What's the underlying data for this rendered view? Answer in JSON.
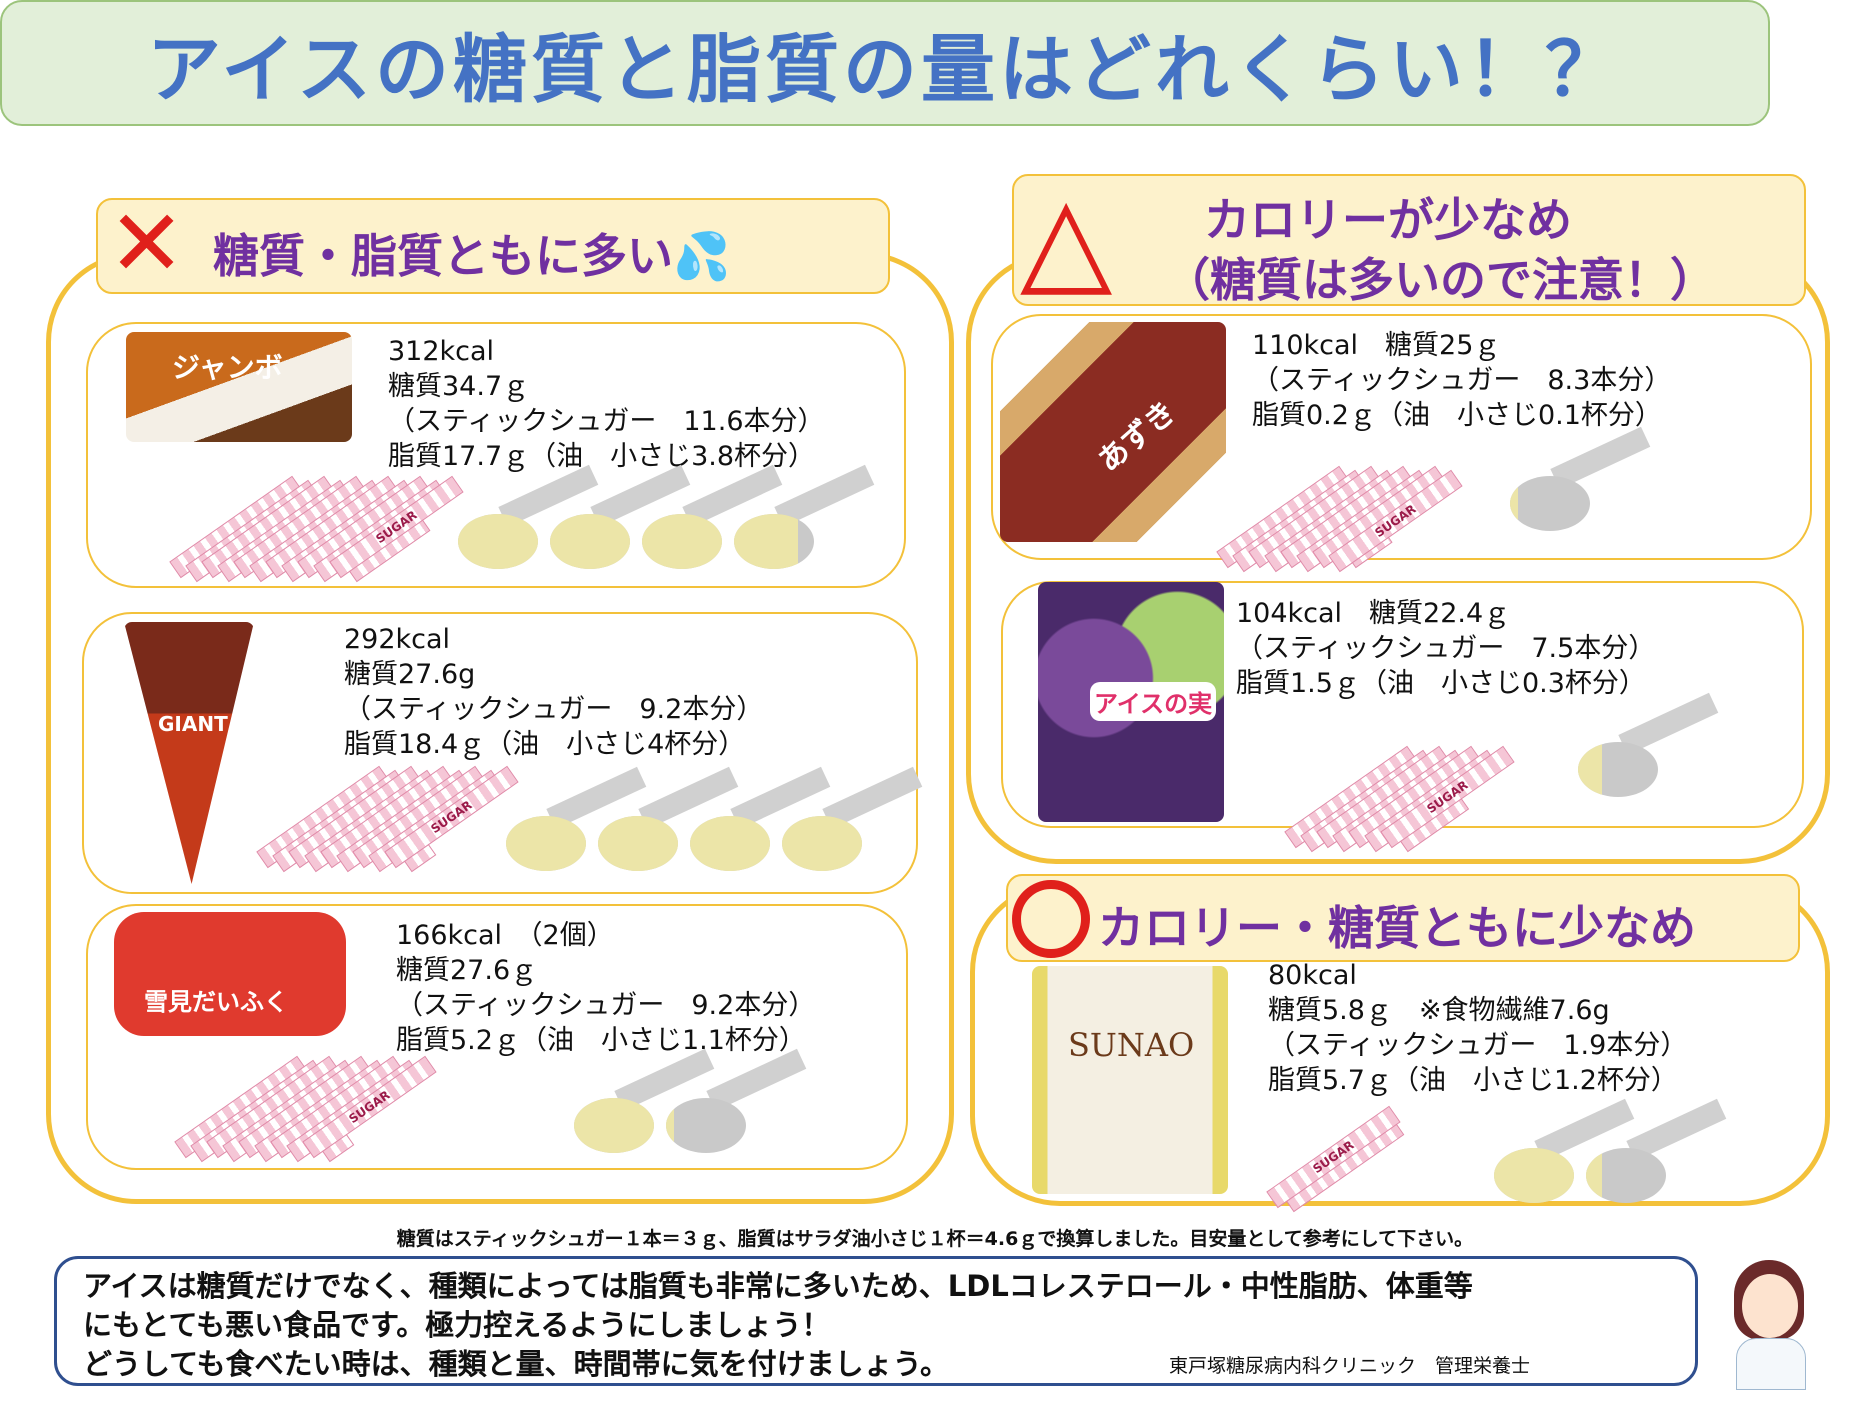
{
  "title": "アイスの糖質と脂質の量はどれくらい！？",
  "colors": {
    "title": "#4472c4",
    "header_text": "#7030a0",
    "panel_border": "#f3c13a",
    "header_bg": "#fdf2cc"
  },
  "sections": {
    "bad": {
      "mark": "✕",
      "heading": "糖質・脂質ともに多い💦"
    },
    "caution": {
      "mark": "△",
      "heading_line1": "カロリーが少なめ",
      "heading_line2": "（糖質は多いので注意！）"
    },
    "good": {
      "mark": "〇",
      "heading": "カロリー・糖質ともに少なめ"
    }
  },
  "products": [
    {
      "name": "ジャンボ",
      "lines": [
        "312kcal",
        "糖質34.7ｇ",
        "（スティックシュガー　11.6本分）",
        "脂質17.7ｇ（油　小さじ3.8杯分）"
      ],
      "sugar_sticks": 11.6,
      "oil_spoons": 3.8
    },
    {
      "name": "GIANT",
      "lines": [
        "292kcal",
        "糖質27.6g",
        "（スティックシュガー　9.2本分）",
        "脂質18.4ｇ（油　小さじ4杯分）"
      ],
      "sugar_sticks": 9.2,
      "oil_spoons": 4
    },
    {
      "name": "雪見だいふく",
      "lines": [
        "166kcal　（2個）",
        "糖質27.6ｇ",
        "（スティックシュガー　9.2本分）",
        "脂質5.2ｇ（油　小さじ1.1杯分）"
      ],
      "sugar_sticks": 9.2,
      "oil_spoons": 1.1
    },
    {
      "name": "あずき",
      "lines": [
        "110kcal　糖質25ｇ",
        "（スティックシュガー　8.3本分）",
        "脂質0.2ｇ（油　小さじ0.1杯分）"
      ],
      "sugar_sticks": 8.3,
      "oil_spoons": 0.1
    },
    {
      "name": "アイスの実",
      "lines": [
        "104kcal　糖質22.4ｇ",
        "（スティックシュガー　7.5本分）",
        "脂質1.5ｇ（油　小さじ0.3杯分）"
      ],
      "sugar_sticks": 7.5,
      "oil_spoons": 0.3
    },
    {
      "name": "SUNAO",
      "lines": [
        "80kcal",
        "糖質5.8ｇ　※食物繊維7.6g",
        "（スティックシュガー　1.9本分）",
        "脂質5.7ｇ（油　小さじ1.2杯分）"
      ],
      "sugar_sticks": 1.9,
      "oil_spoons": 1.2
    }
  ],
  "sugar_label": "SUGAR",
  "footnote": "糖質はスティックシュガー１本＝３ｇ、脂質はサラダ油小さじ１杯＝4.6ｇで換算しました。目安量として参考にして下さい。",
  "message": [
    "アイスは糖質だけでなく、種類によっては脂質も非常に多いため、LDLコレステロール・中性脂肪、体重等",
    "にもとても悪い食品です。極力控えるようにしましょう！",
    "どうしても食べたい時は、種類と量、時間帯に気を付けましょう。"
  ],
  "signature": "東戸塚糖尿病内科クリニック　管理栄養士"
}
